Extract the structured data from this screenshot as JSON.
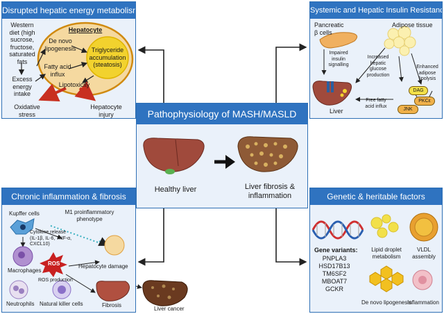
{
  "center": {
    "title": "Pathophysiology of MASH/MASLD",
    "healthy": "Healthy liver",
    "fibrosis_l1": "Liver fibrosis &",
    "fibrosis_l2": "inflammation"
  },
  "tl": {
    "title": "Disrupted hepatic energy metabolism",
    "diet": [
      "Western",
      "diet (high",
      "sucrose,",
      "fructose,",
      "saturated",
      "fats"
    ],
    "excess": [
      "Excess",
      "energy",
      "intake"
    ],
    "hepatocyte": "Hepatocyte",
    "denovo": [
      "De novo",
      "lipogenesis"
    ],
    "trig": [
      "Triglyceride",
      "accumulation",
      "(steatosis)"
    ],
    "fatty": [
      "Fatty acid",
      "influx"
    ],
    "lipotox": "Lipotoxicity",
    "oxid": [
      "Oxidative",
      "stress"
    ],
    "hepinj": [
      "Hepatocyte",
      "injury"
    ]
  },
  "tr": {
    "title": "Systemic and Hepatic Insulin Resistance",
    "pancreatic": [
      "Pancreatic",
      "β cells"
    ],
    "adipose": "Adipose tissue",
    "impaired": [
      "Impaired",
      "insulin",
      "signalling"
    ],
    "increased": [
      "Increased",
      "hepatic",
      "glucose",
      "production"
    ],
    "enhanced": [
      "Enhanced",
      "adipose",
      "lipolysis"
    ],
    "liver": "Liver",
    "ffa": [
      "Free fatty",
      "acid influx"
    ],
    "dag": "DAG",
    "pkc": "PKCε",
    "jnk": "JNK"
  },
  "bl": {
    "title": "Chronic inflammation & fibrosis",
    "kupffer": "Kupffer cells",
    "m1": [
      "M1 proinflammatory",
      "phenotype"
    ],
    "cytokine": [
      "Cytokine release",
      "(IL-1β, IL-6, TNF-α,",
      "CXCL10)"
    ],
    "macrophages": "Macrophages",
    "ros": "ROS",
    "rosprod": "ROS production",
    "hepdamage": "Hepatocyte damage",
    "neutrophils": "Neutrophils",
    "nk": "Natural killer cells",
    "fibrosis": "Fibrosis",
    "cancer": "Liver cancer"
  },
  "br": {
    "title": "Genetic & heritable factors",
    "genevar": "Gene variants:",
    "genes": [
      "PNPLA3",
      "HSD17B13",
      "TM6SF2",
      "MBOAT7",
      "GCKR"
    ],
    "lipid": [
      "Lipid droplet",
      "metabolism"
    ],
    "vldl": [
      "VLDL",
      "assembly"
    ],
    "denovo": "De novo lipogenesis",
    "inflam": "Inflammation"
  },
  "colors": {
    "panel_border": "#2e6fb5",
    "title_bar": "#2f73c0",
    "panel_bg": "#eaf1fa",
    "liver": "#a04a3c",
    "cell_fill": "#f5d9a0",
    "steatosis": "#f2d22e",
    "red_arrow": "#d23a2a",
    "ros": "#c82020"
  }
}
